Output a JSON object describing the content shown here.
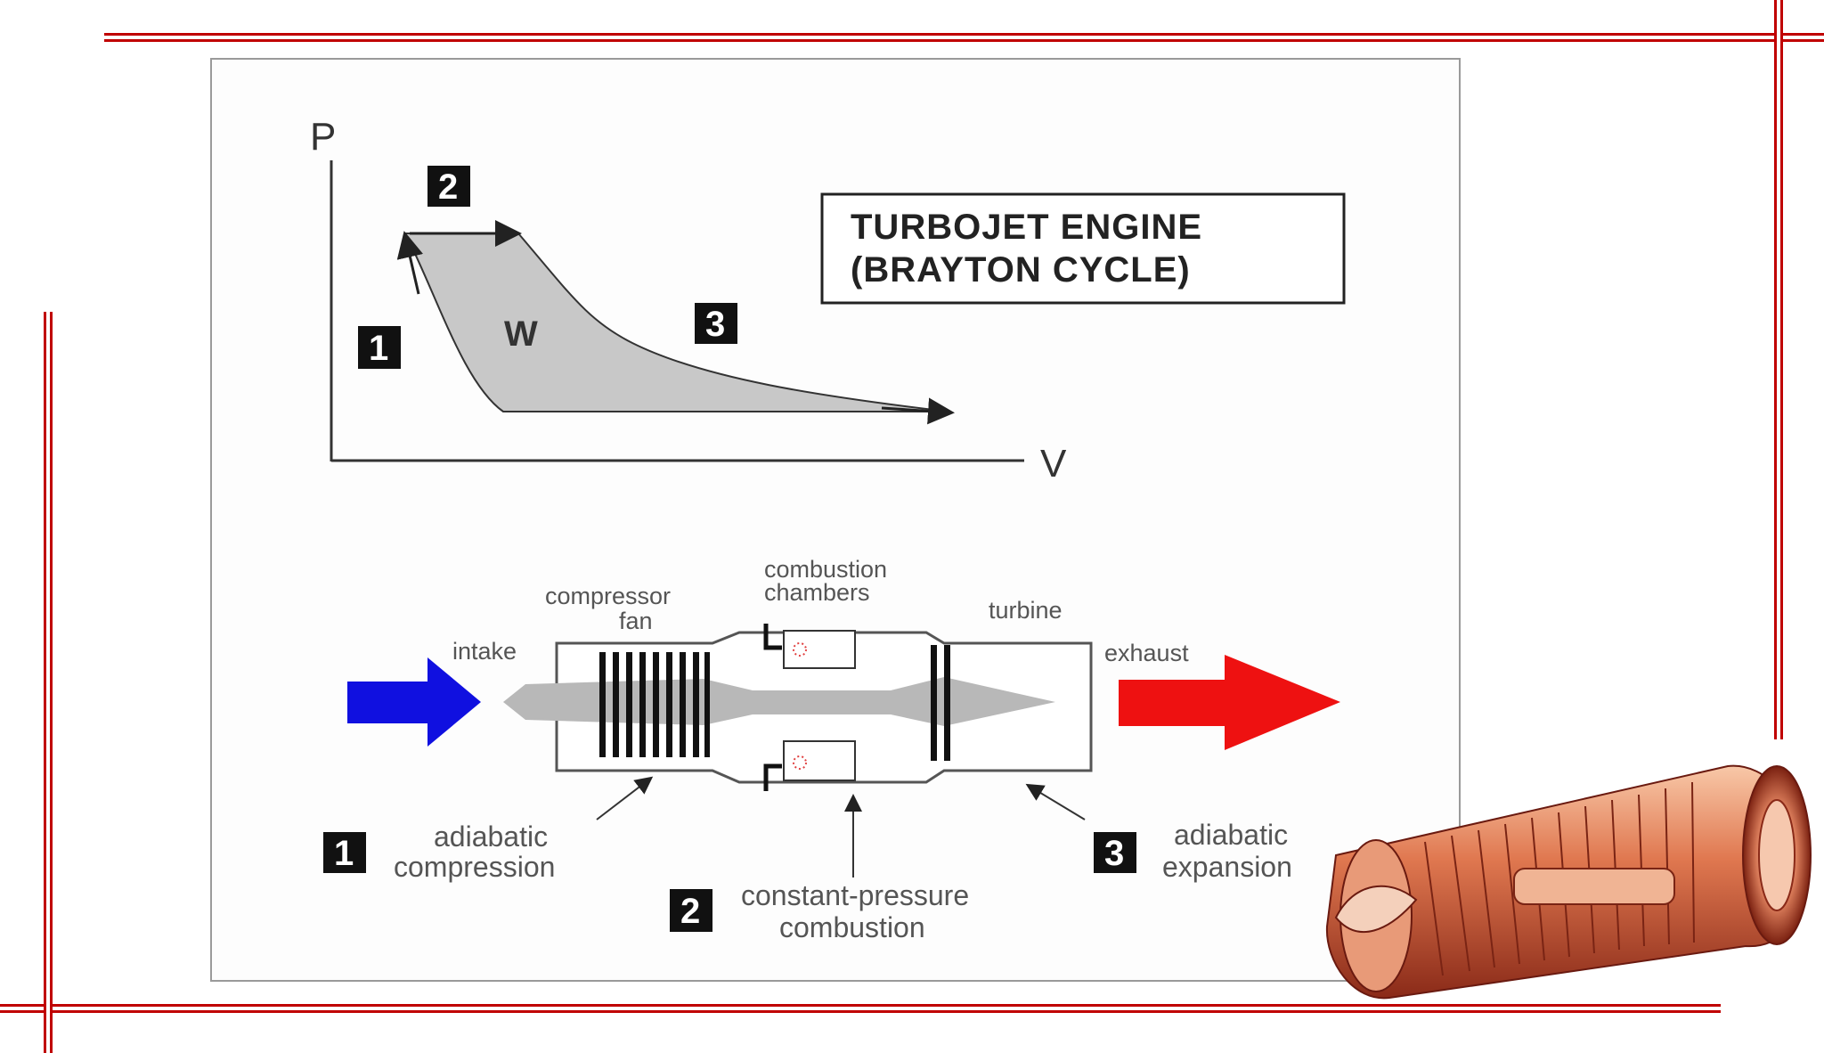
{
  "pv_diagram": {
    "axis_p": "P",
    "axis_v": "V",
    "work_label": "W",
    "step_badges": [
      "1",
      "2",
      "3"
    ]
  },
  "title_box": {
    "line1": "TURBOJET ENGINE",
    "line2": "(BRAYTON CYCLE)"
  },
  "engine_labels": {
    "intake": "intake",
    "compressor_line1": "compressor",
    "compressor_line2": "fan",
    "combustion_line1": "combustion",
    "combustion_line2": "chambers",
    "turbine": "turbine",
    "exhaust": "exhaust"
  },
  "process_labels": {
    "step1_badge": "1",
    "step1_line1": "adiabatic",
    "step1_line2": "compression",
    "step2_badge": "2",
    "step2_line1": "constant-pressure",
    "step2_line2": "combustion",
    "step3_badge": "3",
    "step3_line1": "adiabatic",
    "step3_line2": "expansion"
  },
  "colors": {
    "frame": "#c00000",
    "intake_arrow": "#1010e0",
    "exhaust_arrow": "#ee1111",
    "work_area": "#c8c8c8"
  }
}
